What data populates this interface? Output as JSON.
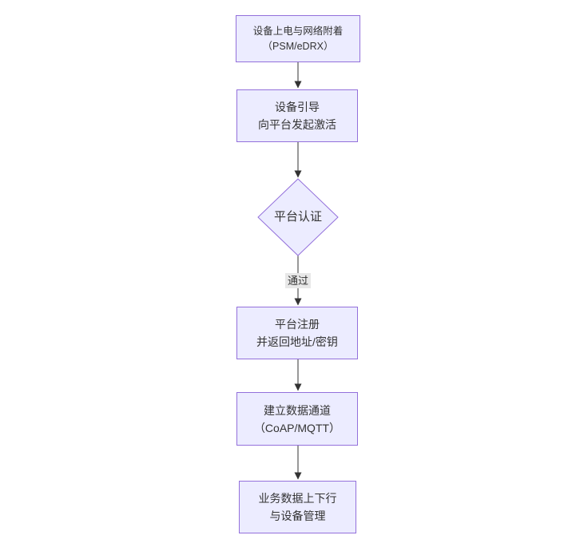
{
  "flowchart": {
    "type": "flowchart-top-down",
    "colors": {
      "node_fill": "#ECECFF",
      "node_border": "#9370DB",
      "edge_line": "#333333",
      "edge_label_bg": "#e8e8e8",
      "text": "#333333",
      "background": "#ffffff"
    },
    "nodes": {
      "power": {
        "line1": "设备上电与网络附着",
        "line2": "（PSM/eDRX）",
        "shape": "rect"
      },
      "bootstrap": {
        "line1": "设备引导",
        "line2": "向平台发起激活",
        "shape": "rect"
      },
      "auth": {
        "label": "平台认证",
        "shape": "diamond"
      },
      "register": {
        "line1": "平台注册",
        "line2": "并返回地址/密钥",
        "shape": "rect"
      },
      "channel": {
        "line1": "建立数据通道",
        "line2": "（CoAP/MQTT）",
        "shape": "rect"
      },
      "business": {
        "line1": "业务数据上下行",
        "line2": "与设备管理",
        "shape": "rect"
      }
    },
    "edges": {
      "power_to_bootstrap": {
        "label": ""
      },
      "bootstrap_to_auth": {
        "label": ""
      },
      "auth_to_register": {
        "label": "通过"
      },
      "register_to_channel": {
        "label": ""
      },
      "channel_to_business": {
        "label": ""
      }
    }
  }
}
